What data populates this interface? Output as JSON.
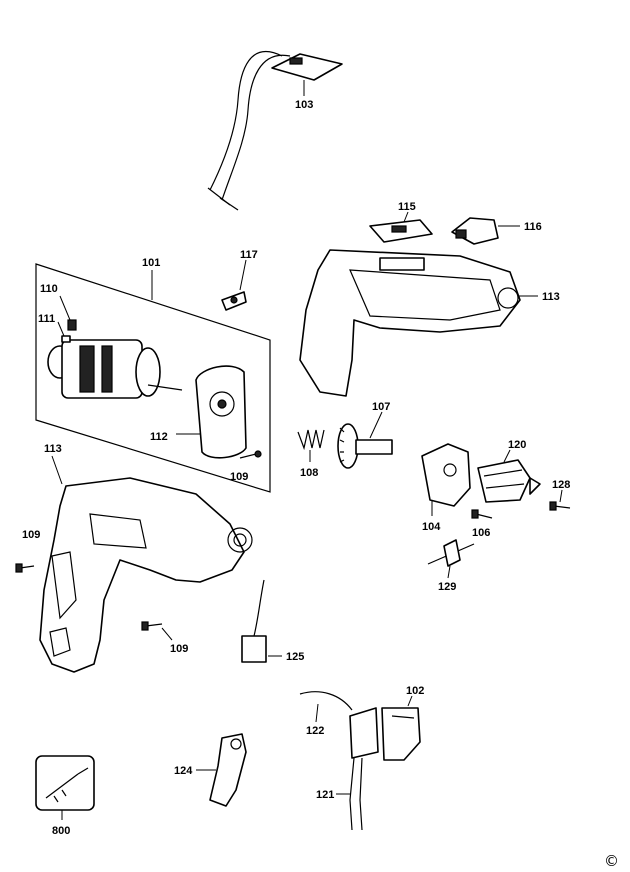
{
  "labels": {
    "p101": "101",
    "p102": "102",
    "p103": "103",
    "p104": "104",
    "p106": "106",
    "p107": "107",
    "p108": "108",
    "p109a": "109",
    "p109b": "109",
    "p109c": "109",
    "p110": "110",
    "p111": "111",
    "p112": "112",
    "p113a": "113",
    "p113b": "113",
    "p115": "115",
    "p116": "116",
    "p117": "117",
    "p120": "120",
    "p121": "121",
    "p122": "122",
    "p124": "124",
    "p125": "125",
    "p128": "128",
    "p129": "129",
    "p800": "800"
  },
  "copyright": "©"
}
